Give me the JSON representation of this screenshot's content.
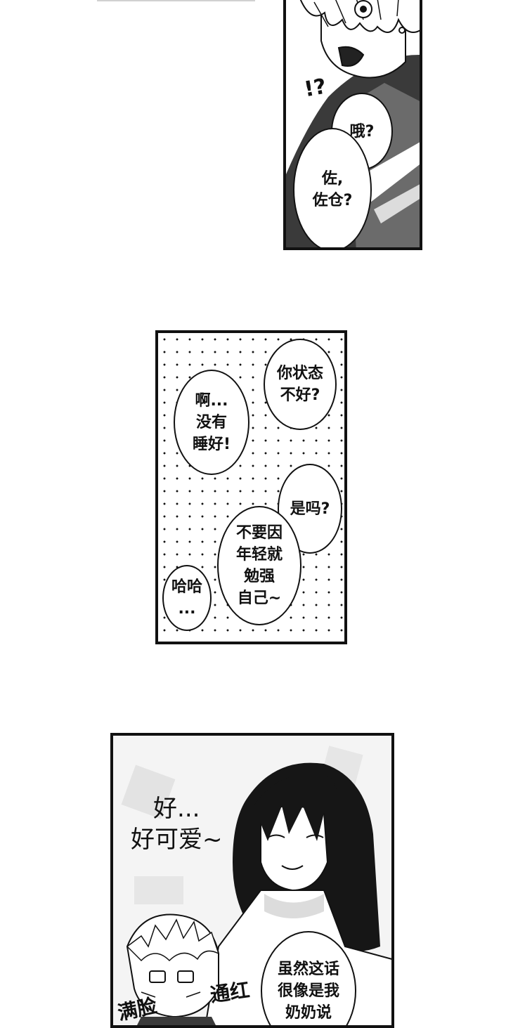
{
  "panel1": {
    "sfx": "!?",
    "bubble_a": "哦?",
    "bubble_b": "佐,\n佐仓?"
  },
  "panel2": {
    "bubble_a": "你状态\n不好?",
    "bubble_b": "啊...\n没有\n睡好!",
    "bubble_c": "是吗?",
    "bubble_d": "不要因\n年轻就\n勉强\n自己~",
    "bubble_e": "哈哈\n..."
  },
  "panel3": {
    "caption": "好...\n好可爱~",
    "sfx_left": "满脸",
    "sfx_right": "通红",
    "bubble_a": "虽然这话\n很像是我\n奶奶说"
  }
}
